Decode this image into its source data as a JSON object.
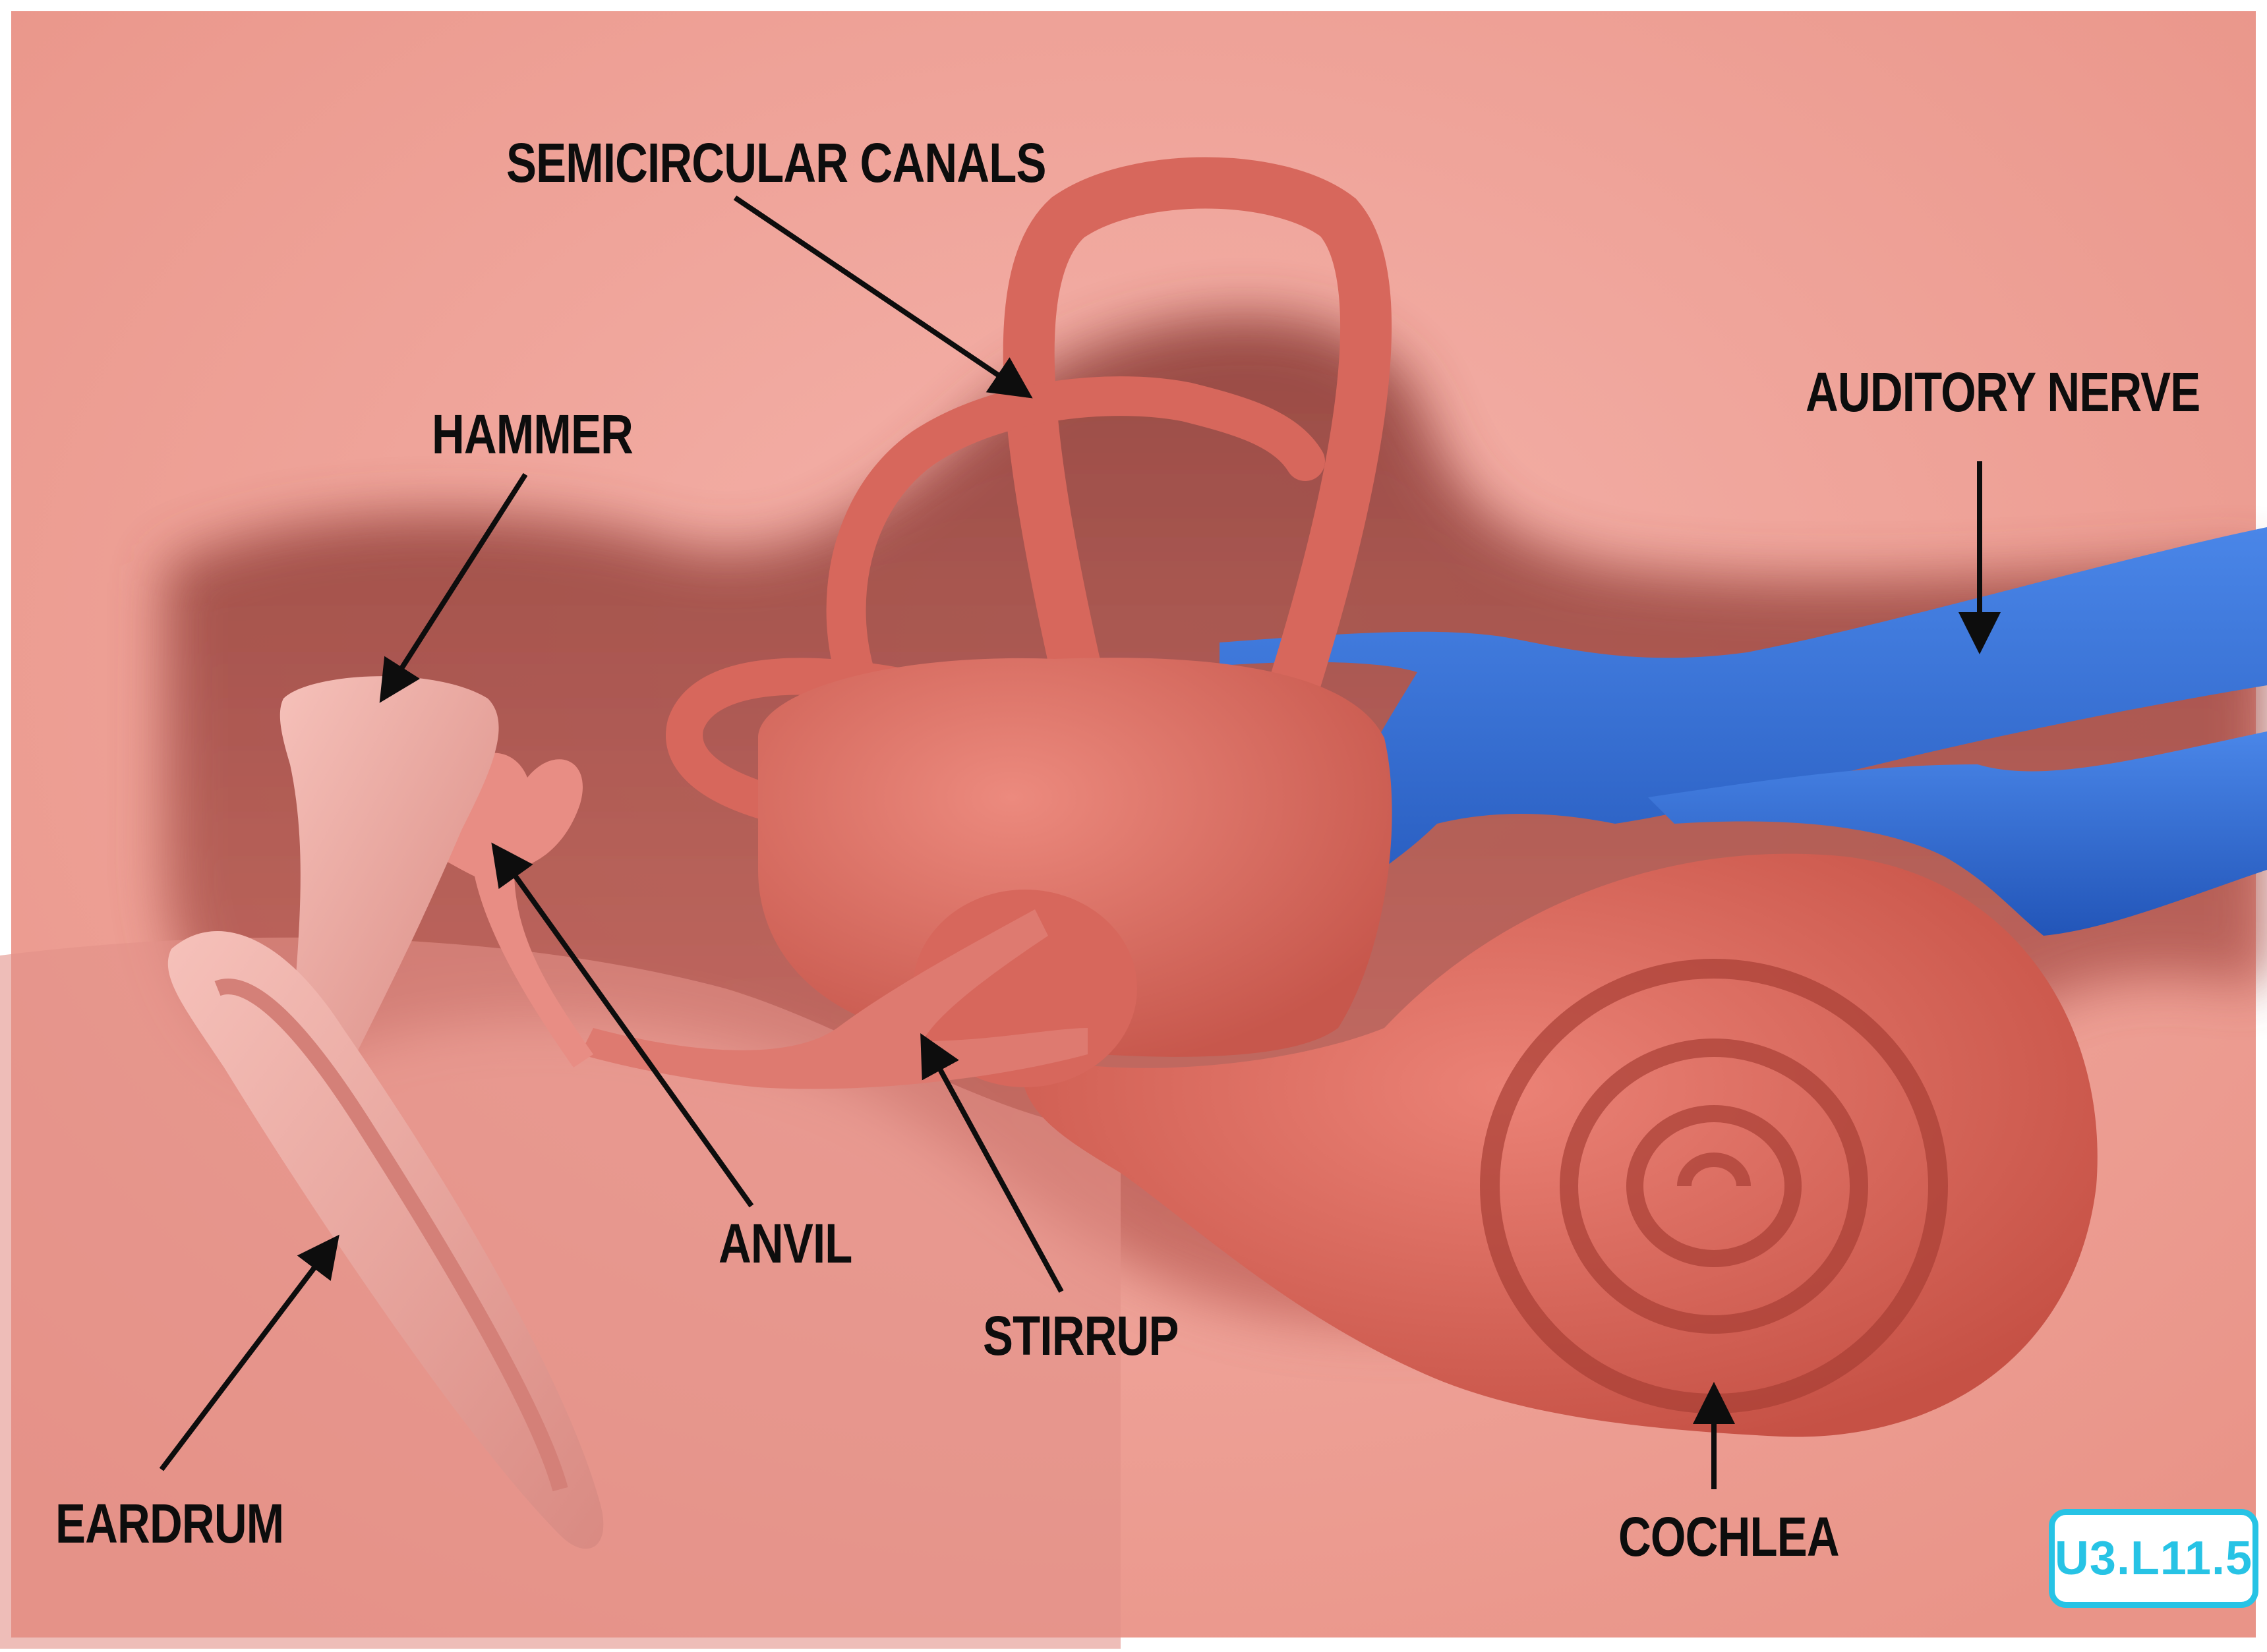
{
  "labels": {
    "semicircular_canals": "SEMICIRCULAR CANALS",
    "hammer": "HAMMER",
    "auditory_nerve": "AUDITORY NERVE",
    "anvil": "ANVIL",
    "stirrup": "STIRRUP",
    "eardrum": "EARDRUM",
    "cochlea": "COCHLEA"
  },
  "badge": {
    "code": "U3.L11.5"
  },
  "colors": {
    "tissue_background": "#f1a59e",
    "bone_pink": "#e9a099",
    "organ_red": "#d8685e",
    "nerve_blue": "#2f64cf",
    "label_text": "#0d0d0d",
    "badge_accent": "#27c3e5"
  }
}
